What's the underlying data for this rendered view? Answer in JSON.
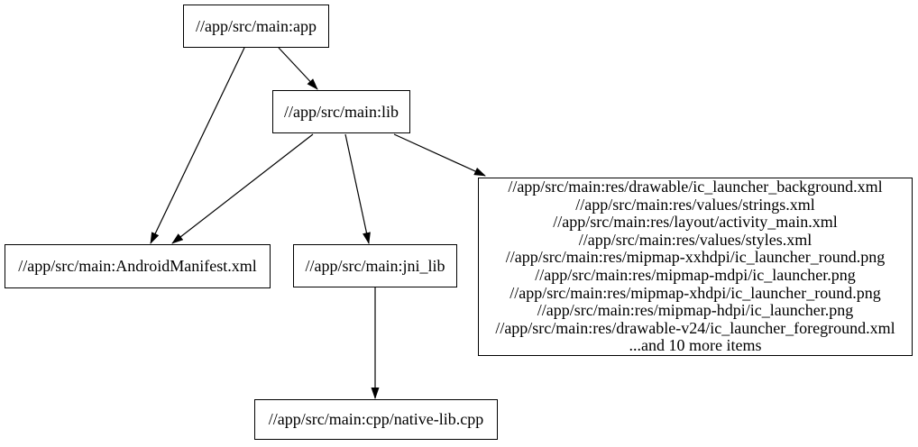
{
  "diagram": {
    "type": "build-dependency-graph",
    "background_color": "#ffffff",
    "node_border_color": "#000000",
    "text_color": "#000000",
    "edge_color": "#000000",
    "nodes": {
      "app": {
        "label": "//app/src/main:app"
      },
      "lib": {
        "label": "//app/src/main:lib"
      },
      "manifest": {
        "label": "//app/src/main:AndroidManifest.xml"
      },
      "jni_lib": {
        "label": "//app/src/main:jni_lib"
      },
      "res_group": {
        "lines": [
          "//app/src/main:res/drawable/ic_launcher_background.xml",
          "//app/src/main:res/values/strings.xml",
          "//app/src/main:res/layout/activity_main.xml",
          "//app/src/main:res/values/styles.xml",
          "//app/src/main:res/mipmap-xxhdpi/ic_launcher_round.png",
          "//app/src/main:res/mipmap-mdpi/ic_launcher.png",
          "//app/src/main:res/mipmap-xhdpi/ic_launcher_round.png",
          "//app/src/main:res/mipmap-hdpi/ic_launcher.png",
          "//app/src/main:res/drawable-v24/ic_launcher_foreground.xml",
          "...and 10 more items"
        ]
      },
      "native_cpp": {
        "label": "//app/src/main:cpp/native-lib.cpp"
      }
    },
    "edges": [
      {
        "from": "//app/src/main:app",
        "to": "//app/src/main:lib"
      },
      {
        "from": "//app/src/main:app",
        "to": "//app/src/main:AndroidManifest.xml"
      },
      {
        "from": "//app/src/main:lib",
        "to": "//app/src/main:AndroidManifest.xml"
      },
      {
        "from": "//app/src/main:lib",
        "to": "//app/src/main:jni_lib"
      },
      {
        "from": "//app/src/main:lib",
        "to": "res-file-group"
      },
      {
        "from": "//app/src/main:jni_lib",
        "to": "//app/src/main:cpp/native-lib.cpp"
      }
    ]
  }
}
